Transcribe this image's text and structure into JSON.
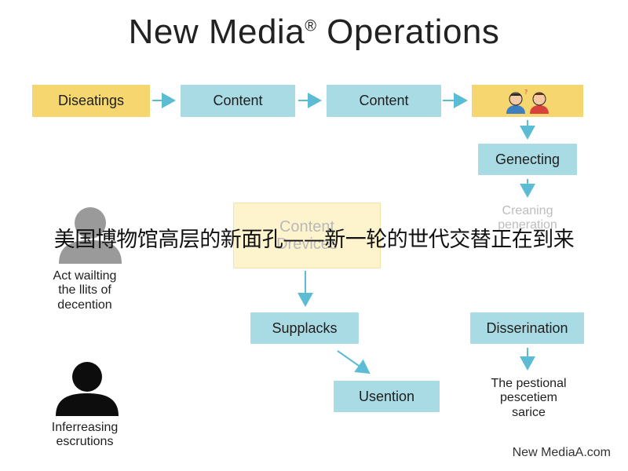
{
  "title": {
    "text": "New Media",
    "mark": "®",
    "suffix": " Operations"
  },
  "top_row": {
    "box1": "Diseatings",
    "box2": "Content",
    "box3": "Content",
    "box4_icon": "two-people-icon"
  },
  "right_column": {
    "genecting": "Genecting",
    "creaning_line1": "Creaning",
    "creaning_line2": "peneration"
  },
  "center": {
    "faded_box_line1": "Content",
    "faded_box_line2": "Drevices",
    "supplacks": "Supplacks",
    "usention": "Usention"
  },
  "right_lower": {
    "disserination": "Disserination",
    "caption_line1": "The pestional",
    "caption_line2": "pescetiem",
    "caption_line3": "sarice"
  },
  "left_people": {
    "person1_line1": "Act wailting",
    "person1_line2": "the llits of",
    "person1_line3": "decention",
    "person2_line1": "Inferreasing",
    "person2_line2": "escrutions"
  },
  "overlay_banner": "美国博物馆高层的新面孔——新一轮的世代交替正在到来",
  "footer": "New MediaA.com",
  "colors": {
    "box_blue": "#a9dbe5",
    "box_yellow": "#f6d66e",
    "arrow": "#5bbcd3",
    "person_gray": "#9a9a9a",
    "person_black": "#0d0d0d"
  }
}
